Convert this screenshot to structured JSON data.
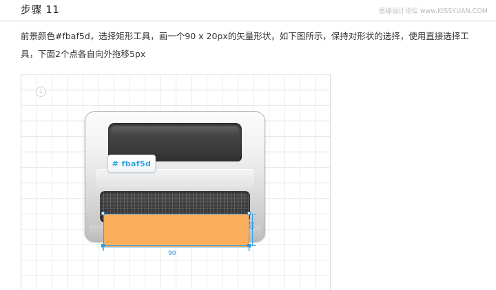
{
  "header": {
    "step_title": "步骤 11",
    "site_credit": "思缘设计论坛 www.KISSYUAN.COM"
  },
  "instructions": {
    "text": "前景颜色#fbaf5d，选择矩形工具，画一个90 x 20px的矢量形状，如下图所示，保持对形状的选择，使用直接选择工具，下面2个点各自向外拖移5px"
  },
  "illustration": {
    "marker_label": "1",
    "color_chip_label": "# fbaf5d",
    "shape_color": "#fbaf5d",
    "selection_color": "#2e93dd",
    "measurements": {
      "width_label": "90",
      "height_label": "20",
      "corner_left_label": "5",
      "corner_right_label": "5"
    }
  }
}
